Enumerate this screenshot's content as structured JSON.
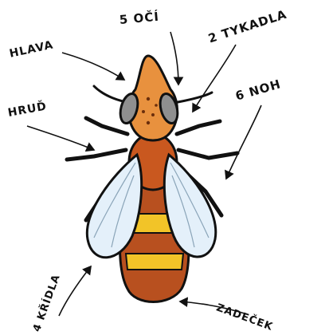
{
  "labels": {
    "hlava": "HLAVA",
    "oci": "5 OČÍ",
    "tykadla": "2 TYKADLA",
    "hrud": "HRUĎ",
    "noh": "6 NOH",
    "kridla": "4 KŘÍDLA",
    "zadecek": "ZADEČEK"
  },
  "colors": {
    "outline": "#111111",
    "head": "#e8913e",
    "thorax": "#c9581f",
    "abdomen_dark": "#b8501f",
    "abdomen_stripe": "#f2c428",
    "wing": "#e4f0fa",
    "eye": "#8f8f8f",
    "spots": "#6b2e0c"
  }
}
